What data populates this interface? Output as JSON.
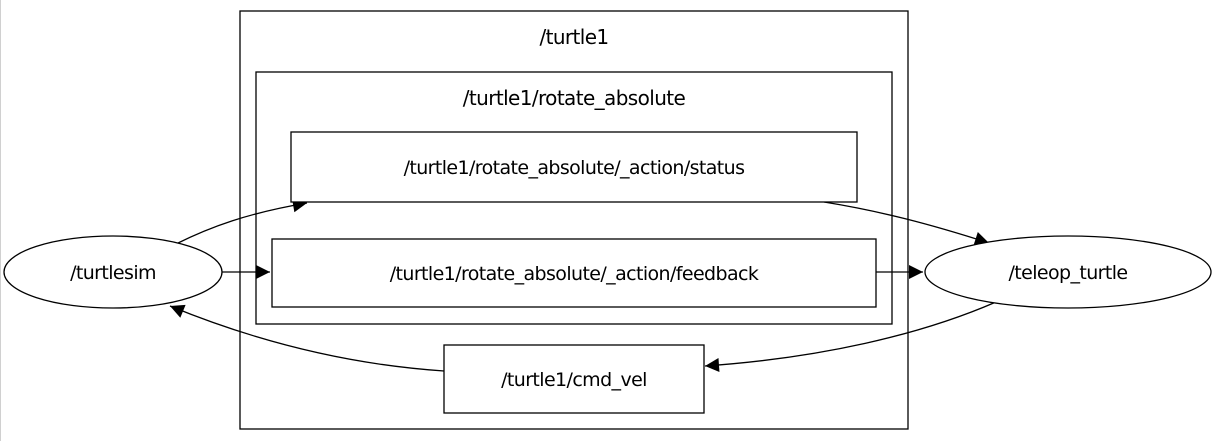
{
  "clusters": {
    "outer": {
      "label": "/turtle1"
    },
    "inner": {
      "label": "/turtle1/rotate_absolute"
    }
  },
  "nodes": {
    "turtlesim": "/turtlesim",
    "teleop_turtle": "/teleop_turtle",
    "status": "/turtle1/rotate_absolute/_action/status",
    "feedback": "/turtle1/rotate_absolute/_action/feedback",
    "cmd_vel": "/turtle1/cmd_vel"
  },
  "edges": [
    {
      "from": "turtlesim",
      "to": "status"
    },
    {
      "from": "turtlesim",
      "to": "feedback"
    },
    {
      "from": "status",
      "to": "teleop_turtle"
    },
    {
      "from": "feedback",
      "to": "teleop_turtle"
    },
    {
      "from": "teleop_turtle",
      "to": "cmd_vel"
    },
    {
      "from": "cmd_vel",
      "to": "turtlesim"
    }
  ]
}
